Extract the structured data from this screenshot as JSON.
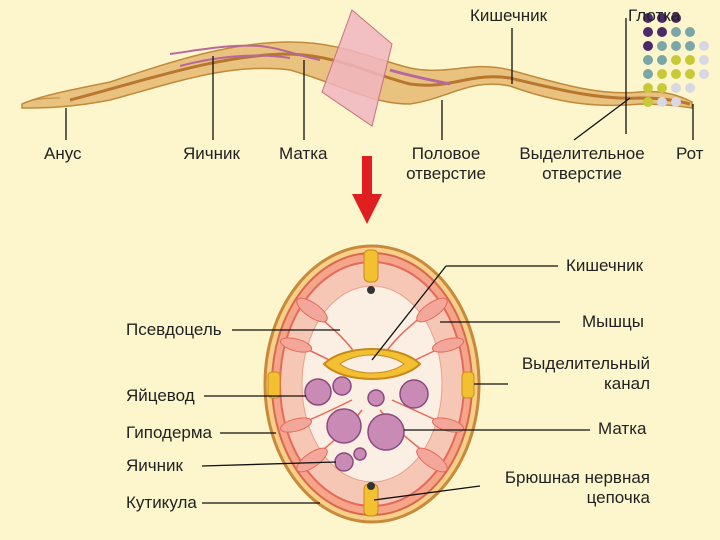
{
  "colors": {
    "background": "#fdf6cd",
    "body_fill": "#e9c27f",
    "body_stroke": "#c08a3a",
    "section_plane": "#f0b5bf",
    "arrow": "#e02020",
    "cross_section_fill": "#fbeee2",
    "muscle": "#e56a5a",
    "intestine": "#f2c030",
    "gonad": "#b6689e",
    "dot_purple": "#4a2a6a",
    "dot_teal": "#7aa6a8",
    "dot_yellow": "#c8c838",
    "dot_light": "#d8d8e4"
  },
  "top_labels": {
    "intestine": "Кишечник",
    "pharynx": "Глотка",
    "anus": "Анус",
    "ovary": "Яичник",
    "uterus": "Матка",
    "genital_line1": "Половое",
    "genital_line2": "отверстие",
    "excretory_line1": "Выделительное",
    "excretory_line2": "отверстие",
    "mouth": "Рот"
  },
  "cross_labels": {
    "intestine": "Кишечник",
    "muscles": "Мышцы",
    "excretory_line1": "Выделительный",
    "excretory_line2": "канал",
    "uterus": "Матка",
    "nerve_line1": "Брюшная нервная",
    "nerve_line2": "цепочка",
    "pseudocoel": "Псевдоцель",
    "oviduct": "Яйцевод",
    "hypodermis": "Гиподерма",
    "ovary": "Яичник",
    "cuticle": "Кутикула"
  }
}
